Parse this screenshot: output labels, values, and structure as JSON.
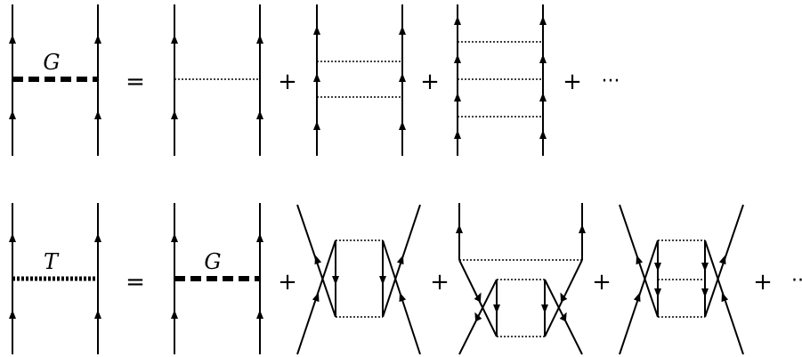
{
  "equations": [
    {
      "label": "G",
      "equals": "=",
      "plus": "+",
      "ellipsis": "···"
    },
    {
      "label": "T",
      "rhs_label": "G",
      "equals": "=",
      "plus": "+",
      "ellipsis": "··"
    }
  ]
}
